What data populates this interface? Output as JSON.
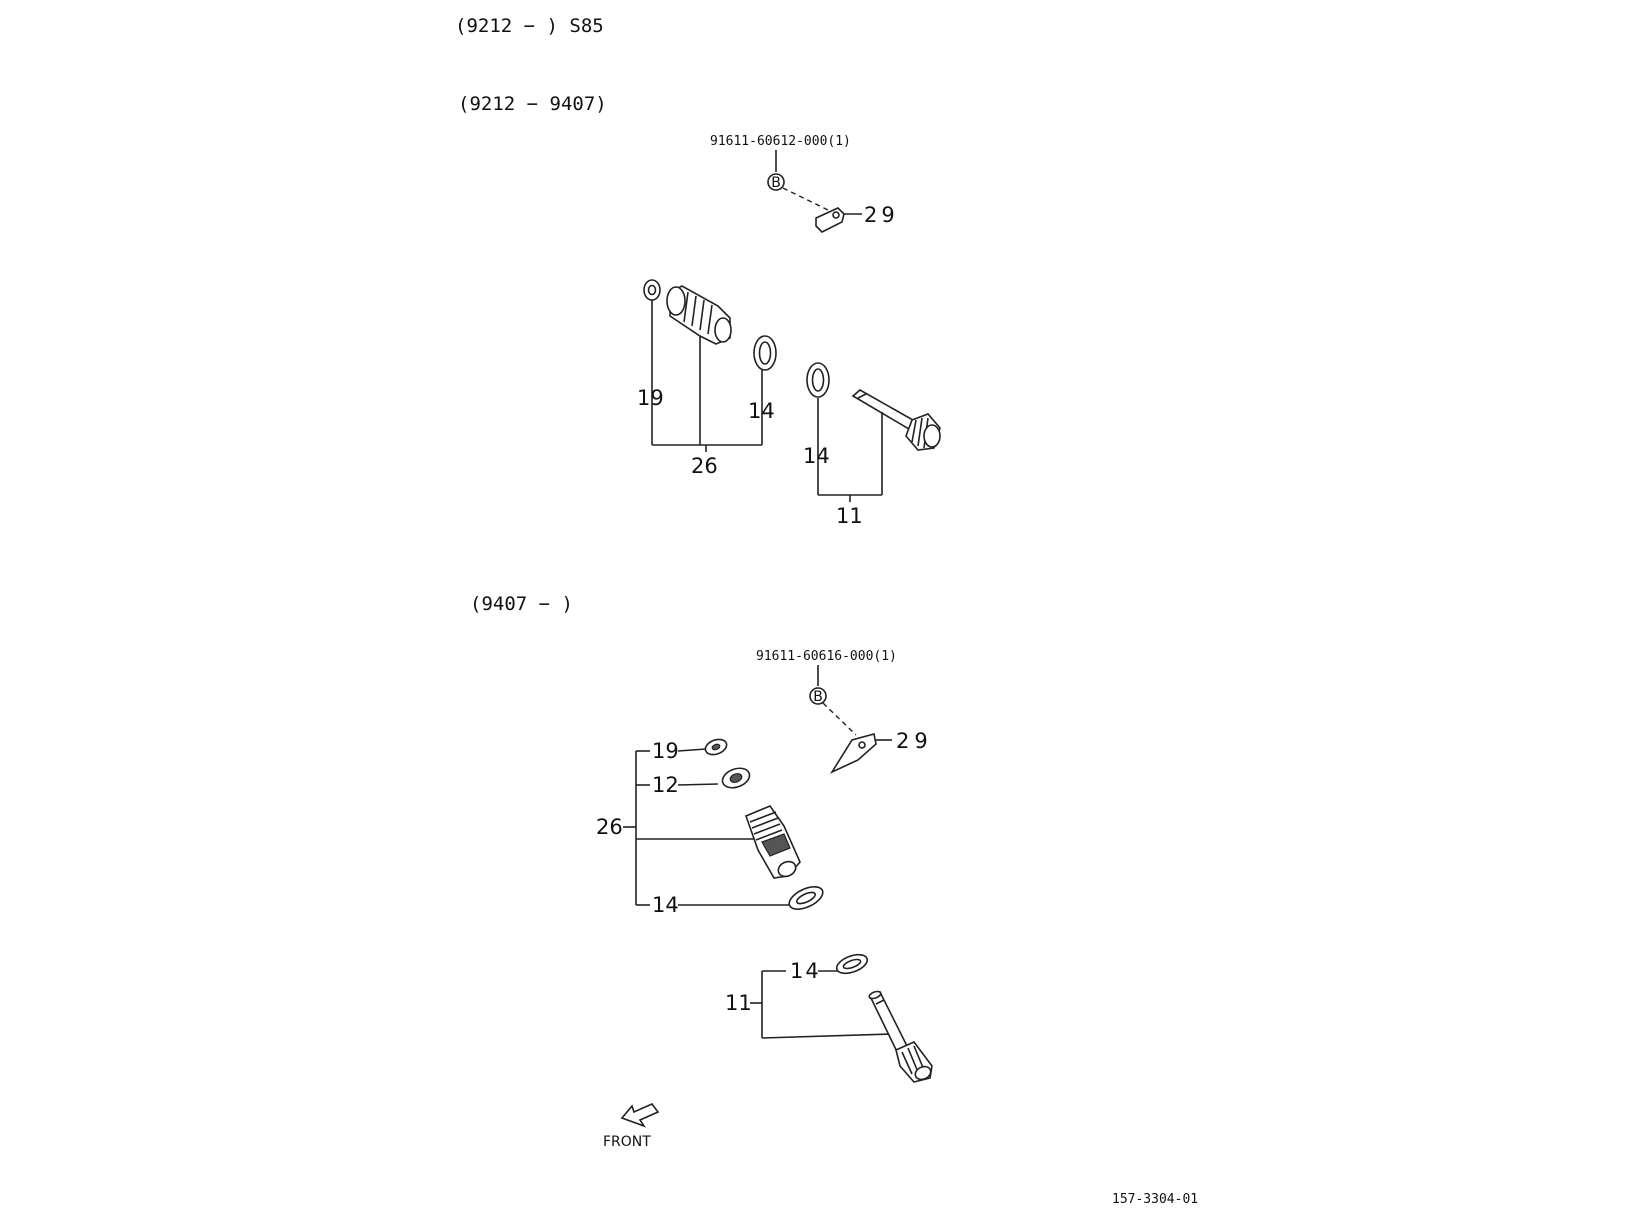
{
  "headers": {
    "range_top": "(9212 −      ) S85",
    "range_a": "(9212 − 9407)",
    "range_b": "(9407 −      )"
  },
  "section_a": {
    "bolt_part_no": "91611-60612-000(1)",
    "bolt_marker": "B",
    "labels": {
      "p29": "29",
      "p19": "19",
      "p14_left": "14",
      "p26": "26",
      "p14_right": "14",
      "p11": "11"
    }
  },
  "section_b": {
    "bolt_part_no": "91611-60616-000(1)",
    "bolt_marker": "B",
    "labels": {
      "p29": "29",
      "p19": "19",
      "p12": "12",
      "p26": "26",
      "p14_bracket": "14",
      "p14_shaft": "14",
      "p11": "11"
    }
  },
  "front_label": "FRONT",
  "figure_number": "157-3304-01"
}
